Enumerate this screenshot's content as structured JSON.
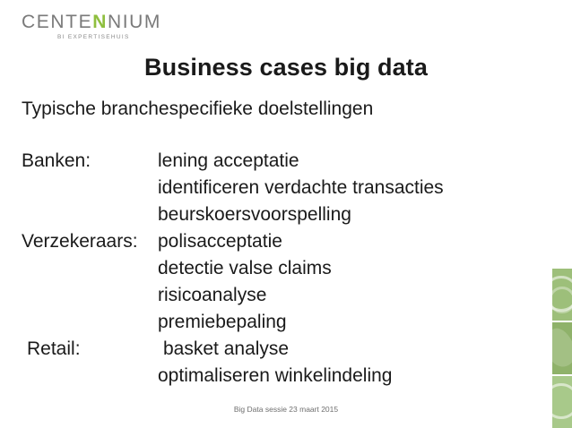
{
  "logo": {
    "name_part1": "CENTE",
    "name_accent": "N",
    "name_part2": "NIUM",
    "tagline": "BI EXPERTISEHUIS",
    "accent_color": "#8fbf3f",
    "text_color": "#7a7a7a"
  },
  "slide": {
    "title": "Business cases big data",
    "subtitle": "Typische branchespecifieke doelstellingen",
    "footer": "Big Data sessie 23 maart 2015"
  },
  "content": {
    "rows": [
      {
        "label": "Banken:",
        "value": "lening acceptatie"
      },
      {
        "label": "",
        "value": "identificeren verdachte transacties"
      },
      {
        "label": "",
        "value": "beurskoersvoorspelling"
      },
      {
        "label": "Verzekeraars:",
        "value": "polisacceptatie"
      },
      {
        "label": "",
        "value": "detectie valse claims"
      },
      {
        "label": "",
        "value": "risicoanalyse"
      },
      {
        "label": "",
        "value": "premiebepaling"
      },
      {
        "label": "Retail:",
        "value": "basket analyse"
      },
      {
        "label": "",
        "value": "optimaliseren winkelindeling"
      }
    ]
  },
  "decoration": {
    "strip_colors": [
      "#9dbf7a",
      "#8fb26a",
      "#a8c98a"
    ]
  }
}
